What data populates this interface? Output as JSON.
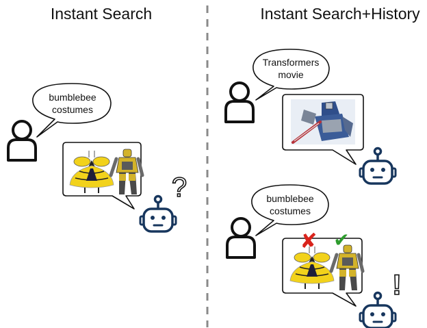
{
  "panels": {
    "left": {
      "title": "Instant Search",
      "user_query": [
        "bumblebee",
        "costumes"
      ],
      "bot_reaction": "?"
    },
    "right": {
      "title": "Instant Search+History",
      "history_query": [
        "Transformers",
        "movie"
      ],
      "user_query": [
        "bumblebee",
        "costumes"
      ],
      "bot_reaction": "!",
      "wrong_mark": "✘",
      "right_mark": "✔"
    }
  },
  "colors": {
    "robot": "#17365d",
    "divider": "#8a8a8a",
    "cross": "#d9241c",
    "check": "#2e9c2e",
    "costume_yellow": "#f2d21b",
    "armor_yellow": "#d3b32a",
    "transformer_blue": "#2f4e8a"
  },
  "icons": [
    "user-icon",
    "robot-icon",
    "question-mark-icon",
    "exclamation-mark-icon",
    "cross-icon",
    "check-icon"
  ]
}
